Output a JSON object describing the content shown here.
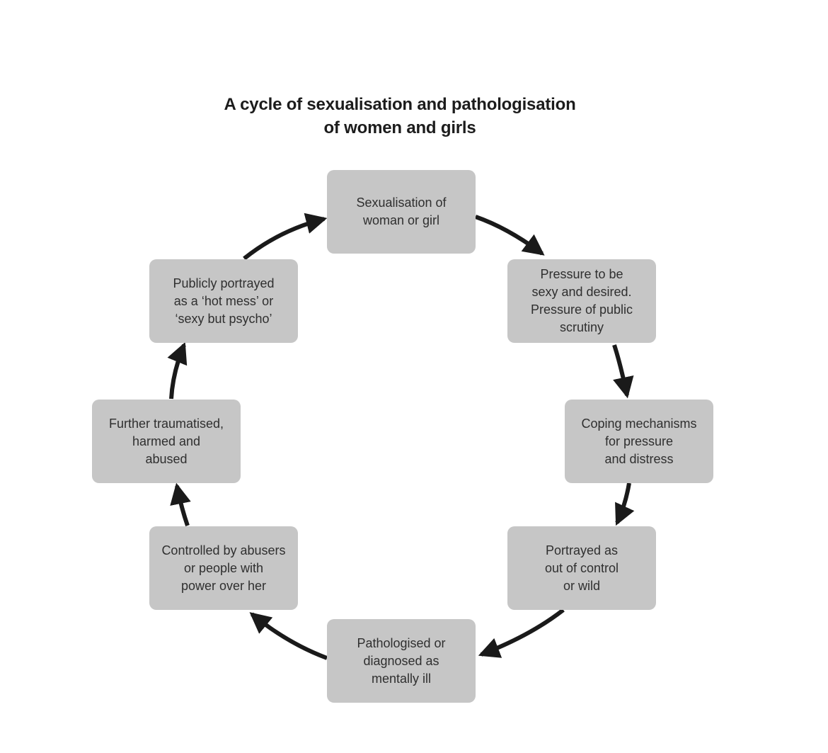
{
  "title": {
    "line1": "A cycle of sexualisation and pathologisation",
    "line2": "of women and girls"
  },
  "nodes": [
    {
      "lines": [
        "Sexualisation of",
        "woman or girl"
      ]
    },
    {
      "lines": [
        "Pressure to be",
        "sexy and desired.",
        "Pressure of public",
        "scrutiny"
      ]
    },
    {
      "lines": [
        "Coping mechanisms",
        "for pressure",
        "and distress"
      ]
    },
    {
      "lines": [
        "Portrayed as",
        "out of control",
        "or wild"
      ]
    },
    {
      "lines": [
        "Pathologised or",
        "diagnosed as",
        "mentally ill"
      ]
    },
    {
      "lines": [
        "Controlled by abusers",
        "or people with",
        "power over her"
      ]
    },
    {
      "lines": [
        "Further traumatised,",
        "harmed and",
        "abused"
      ]
    },
    {
      "lines": [
        "Publicly portrayed",
        "as a ‘hot mess’ or",
        "‘sexy but psycho’"
      ]
    }
  ],
  "colors": {
    "box_fill": "#c6c6c6",
    "text": "#2f2f2f",
    "arrow": "#1a1a1a",
    "title": "#1c1c1c"
  }
}
